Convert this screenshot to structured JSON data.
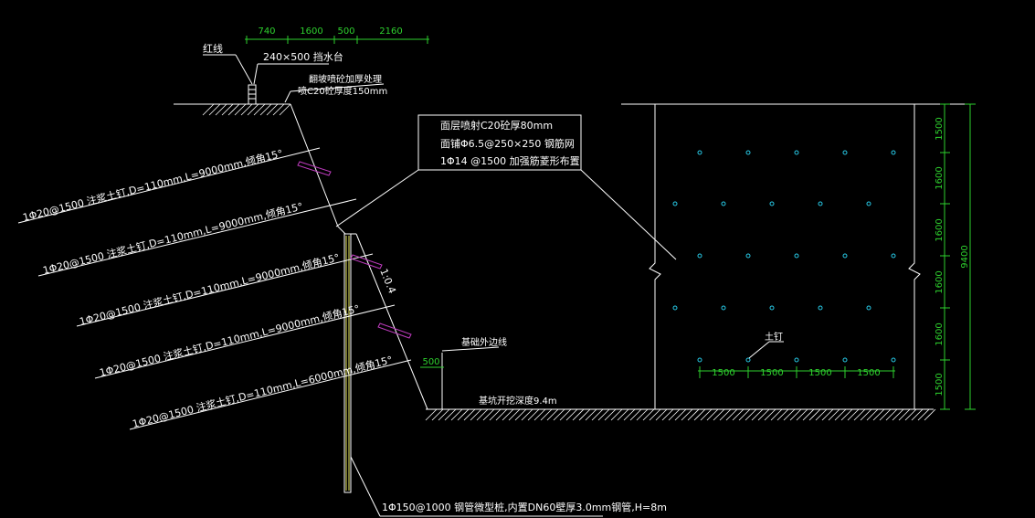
{
  "top_dimensions": [
    "740",
    "1600",
    "500",
    "2160"
  ],
  "labels": {
    "red_line": "红线",
    "water_bar": "240×500 挡水台",
    "slope_top_1": "翻坡喷砼加厚处理",
    "slope_top_2": "喷C20砼厚度150mm",
    "box_line_1": "面层喷射C20砼厚80mm",
    "box_line_2": "面铺Φ6.5@250×250 钢筋网",
    "box_line_3": "1Φ14 @1500 加强筋菱形布置",
    "slope_ratio": "1:0.4",
    "found_line": "基础外边线",
    "found_width": "500",
    "pit_depth": "基坑开挖深度9.4m",
    "steel_pipe": "1Φ150@1000 钢管微型桩,内置DN60壁厚3.0mm钢管,H=8m",
    "soil_nail_tag": "土钉"
  },
  "nails": [
    "1Φ20@1500 注浆土钉,D=110mm,L=9000mm,倾角15°",
    "1Φ20@1500 注浆土钉,D=110mm,L=9000mm,倾角15°",
    "1Φ20@1500 注浆土钉,D=110mm,L=9000mm,倾角15°",
    "1Φ20@1500 注浆土钉,D=110mm,L=9000mm,倾角15°",
    "1Φ20@1500 注浆土钉,D=110mm,L=6000mm,倾角15°"
  ],
  "elevation": {
    "h_spacings": [
      "1500",
      "1500",
      "1500",
      "1500"
    ],
    "v_spacings": [
      "1500",
      "1600",
      "1600",
      "1600",
      "1600",
      "1500"
    ],
    "total_height": "9400",
    "dot_rows": 5,
    "dot_cols_per_row": [
      5,
      5,
      5,
      5,
      5
    ]
  },
  "colors": {
    "background": "#000000",
    "lines": "#ffffff",
    "dimensions": "#2ed12e",
    "nail_marks": "#c03cc0",
    "nail_dots": "#27c9e6"
  }
}
